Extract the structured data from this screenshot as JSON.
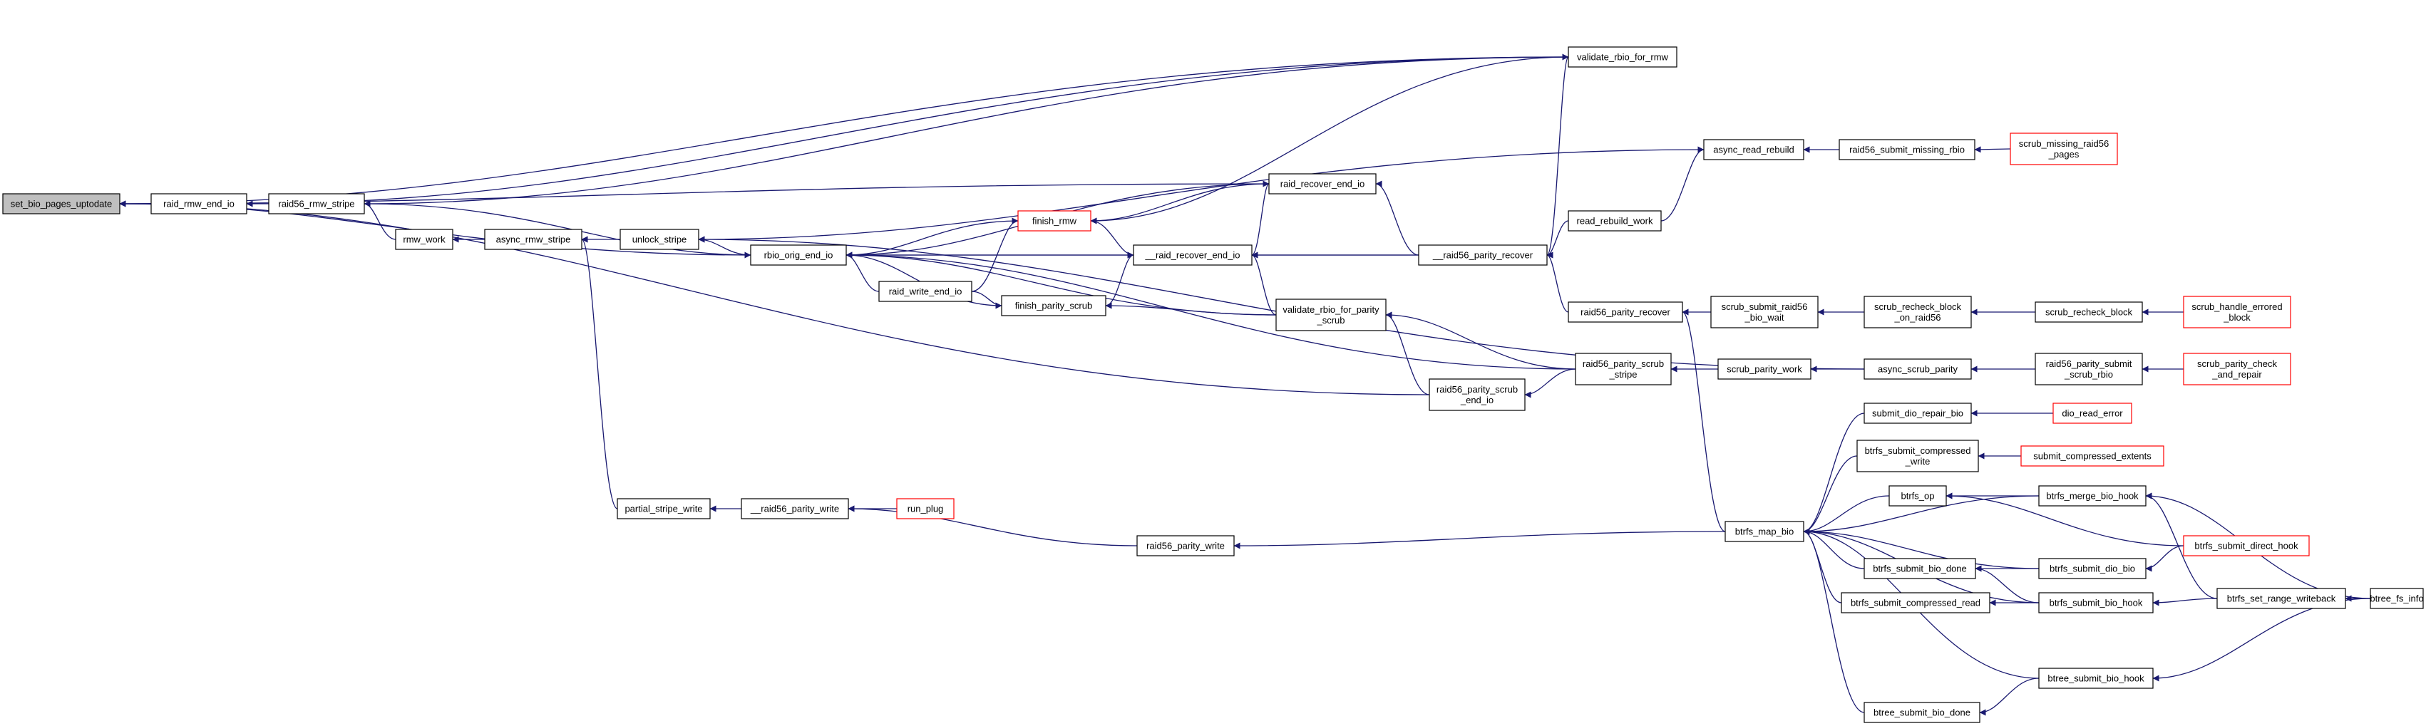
{
  "colors": {
    "edge": "#191970",
    "node_border": "#000000",
    "node_border_truncated": "#ff0000",
    "node_fill": "#ffffff",
    "root_fill": "#bfbfbf",
    "text": "#000000"
  },
  "nodes": [
    {
      "id": "set_bio_pages_uptodate",
      "lines": [
        "set_bio_pages_uptodate"
      ],
      "root": true
    },
    {
      "id": "raid_rmw_end_io",
      "lines": [
        "raid_rmw_end_io"
      ]
    },
    {
      "id": "raid56_rmw_stripe",
      "lines": [
        "raid56_rmw_stripe"
      ]
    },
    {
      "id": "rmw_work",
      "lines": [
        "rmw_work"
      ]
    },
    {
      "id": "async_rmw_stripe",
      "lines": [
        "async_rmw_stripe"
      ]
    },
    {
      "id": "unlock_stripe",
      "lines": [
        "unlock_stripe"
      ]
    },
    {
      "id": "rbio_orig_end_io",
      "lines": [
        "rbio_orig_end_io"
      ]
    },
    {
      "id": "finish_rmw",
      "lines": [
        "finish_rmw"
      ],
      "truncated": true
    },
    {
      "id": "raid_write_end_io",
      "lines": [
        "raid_write_end_io"
      ]
    },
    {
      "id": "finish_parity_scrub",
      "lines": [
        "finish_parity_scrub"
      ]
    },
    {
      "id": "raid_recover_end_io",
      "lines": [
        "raid_recover_end_io"
      ]
    },
    {
      "id": "__raid_recover_end_io",
      "lines": [
        "__raid_recover_end_io"
      ]
    },
    {
      "id": "validate_rbio_for_parity_scrub",
      "lines": [
        "validate_rbio_for_parity",
        "_scrub"
      ]
    },
    {
      "id": "raid56_parity_scrub_end_io",
      "lines": [
        "raid56_parity_scrub",
        "_end_io"
      ]
    },
    {
      "id": "validate_rbio_for_rmw",
      "lines": [
        "validate_rbio_for_rmw"
      ]
    },
    {
      "id": "async_read_rebuild",
      "lines": [
        "async_read_rebuild"
      ]
    },
    {
      "id": "raid56_submit_missing_rbio",
      "lines": [
        "raid56_submit_missing_rbio"
      ]
    },
    {
      "id": "scrub_missing_raid56_pages",
      "lines": [
        "scrub_missing_raid56",
        "_pages"
      ],
      "truncated": true
    },
    {
      "id": "__raid56_parity_recover",
      "lines": [
        "__raid56_parity_recover"
      ]
    },
    {
      "id": "read_rebuild_work",
      "lines": [
        "read_rebuild_work"
      ]
    },
    {
      "id": "raid56_parity_recover",
      "lines": [
        "raid56_parity_recover"
      ]
    },
    {
      "id": "scrub_submit_raid56_bio_wait",
      "lines": [
        "scrub_submit_raid56",
        "_bio_wait"
      ]
    },
    {
      "id": "scrub_recheck_block_on_raid56",
      "lines": [
        "scrub_recheck_block",
        "_on_raid56"
      ]
    },
    {
      "id": "scrub_recheck_block",
      "lines": [
        "scrub_recheck_block"
      ]
    },
    {
      "id": "scrub_handle_errored_block",
      "lines": [
        "scrub_handle_errored",
        "_block"
      ],
      "truncated": true
    },
    {
      "id": "raid56_parity_scrub_stripe",
      "lines": [
        "raid56_parity_scrub",
        "_stripe"
      ]
    },
    {
      "id": "scrub_parity_work",
      "lines": [
        "scrub_parity_work"
      ]
    },
    {
      "id": "async_scrub_parity",
      "lines": [
        "async_scrub_parity"
      ]
    },
    {
      "id": "raid56_parity_submit_scrub_rbio",
      "lines": [
        "raid56_parity_submit",
        "_scrub_rbio"
      ]
    },
    {
      "id": "scrub_parity_check_and_repair",
      "lines": [
        "scrub_parity_check",
        "_and_repair"
      ],
      "truncated": true
    },
    {
      "id": "submit_dio_repair_bio",
      "lines": [
        "submit_dio_repair_bio"
      ]
    },
    {
      "id": "dio_read_error",
      "lines": [
        "dio_read_error"
      ],
      "truncated": true
    },
    {
      "id": "btrfs_submit_compressed_write",
      "lines": [
        "btrfs_submit_compressed",
        "_write"
      ]
    },
    {
      "id": "submit_compressed_extents",
      "lines": [
        "submit_compressed_extents"
      ],
      "truncated": true
    },
    {
      "id": "partial_stripe_write",
      "lines": [
        "partial_stripe_write"
      ]
    },
    {
      "id": "__raid56_parity_write",
      "lines": [
        "__raid56_parity_write"
      ]
    },
    {
      "id": "run_plug",
      "lines": [
        "run_plug"
      ],
      "truncated": true
    },
    {
      "id": "raid56_parity_write",
      "lines": [
        "raid56_parity_write"
      ]
    },
    {
      "id": "btrfs_map_bio",
      "lines": [
        "btrfs_map_bio"
      ]
    },
    {
      "id": "btrfs_op",
      "lines": [
        "btrfs_op"
      ]
    },
    {
      "id": "btrfs_merge_bio_hook",
      "lines": [
        "btrfs_merge_bio_hook"
      ]
    },
    {
      "id": "btrfs_submit_direct_hook",
      "lines": [
        "btrfs_submit_direct_hook"
      ],
      "truncated": true
    },
    {
      "id": "btrfs_submit_bio_done",
      "lines": [
        "btrfs_submit_bio_done"
      ]
    },
    {
      "id": "btrfs_submit_dio_bio",
      "lines": [
        "btrfs_submit_dio_bio"
      ]
    },
    {
      "id": "btrfs_submit_compressed_read",
      "lines": [
        "btrfs_submit_compressed_read"
      ]
    },
    {
      "id": "btrfs_submit_bio_hook",
      "lines": [
        "btrfs_submit_bio_hook"
      ]
    },
    {
      "id": "btrfs_set_range_writeback",
      "lines": [
        "btrfs_set_range_writeback"
      ]
    },
    {
      "id": "btree_fs_info",
      "lines": [
        "btree_fs_info"
      ]
    },
    {
      "id": "btree_submit_bio_hook",
      "lines": [
        "btree_submit_bio_hook"
      ]
    },
    {
      "id": "btree_submit_bio_done",
      "lines": [
        "btree_submit_bio_done"
      ]
    }
  ],
  "edges": [
    [
      "raid_rmw_end_io",
      "set_bio_pages_uptodate"
    ],
    [
      "rbio_orig_end_io",
      "set_bio_pages_uptodate"
    ],
    [
      "raid_recover_end_io",
      "set_bio_pages_uptodate"
    ],
    [
      "validate_rbio_for_rmw",
      "set_bio_pages_uptodate"
    ],
    [
      "raid56_parity_scrub_end_io",
      "set_bio_pages_uptodate"
    ],
    [
      "raid56_rmw_stripe",
      "raid_rmw_end_io"
    ],
    [
      "validate_rbio_for_rmw",
      "raid_rmw_end_io"
    ],
    [
      "rmw_work",
      "raid56_rmw_stripe"
    ],
    [
      "validate_rbio_for_rmw",
      "raid56_rmw_stripe"
    ],
    [
      "async_rmw_stripe",
      "rmw_work"
    ],
    [
      "unlock_stripe",
      "async_rmw_stripe"
    ],
    [
      "partial_stripe_write",
      "async_rmw_stripe"
    ],
    [
      "rbio_orig_end_io",
      "unlock_stripe"
    ],
    [
      "raid56_rmw_stripe",
      "rbio_orig_end_io"
    ],
    [
      "finish_rmw",
      "rbio_orig_end_io"
    ],
    [
      "raid_write_end_io",
      "rbio_orig_end_io"
    ],
    [
      "finish_parity_scrub",
      "rbio_orig_end_io"
    ],
    [
      "__raid_recover_end_io",
      "rbio_orig_end_io"
    ],
    [
      "raid_recover_end_io",
      "rbio_orig_end_io"
    ],
    [
      "validate_rbio_for_parity_scrub",
      "rbio_orig_end_io"
    ],
    [
      "raid56_parity_scrub_stripe",
      "rbio_orig_end_io"
    ],
    [
      "__raid56_parity_recover",
      "rbio_orig_end_io"
    ],
    [
      "raid_write_end_io",
      "finish_rmw"
    ],
    [
      "raid_write_end_io",
      "finish_parity_scrub"
    ],
    [
      "finish_parity_scrub",
      "__raid_recover_end_io"
    ],
    [
      "finish_rmw",
      "__raid_recover_end_io"
    ],
    [
      "validate_rbio_for_rmw",
      "finish_rmw"
    ],
    [
      "raid_recover_end_io",
      "finish_rmw"
    ],
    [
      "validate_rbio_for_parity_scrub",
      "finish_parity_scrub"
    ],
    [
      "__raid_recover_end_io",
      "raid_recover_end_io"
    ],
    [
      "__raid56_parity_recover",
      "raid_recover_end_io"
    ],
    [
      "__raid56_parity_recover",
      "__raid_recover_end_io"
    ],
    [
      "validate_rbio_for_parity_scrub",
      "__raid_recover_end_io"
    ],
    [
      "raid56_parity_scrub_end_io",
      "validate_rbio_for_parity_scrub"
    ],
    [
      "raid56_parity_scrub_stripe",
      "validate_rbio_for_parity_scrub"
    ],
    [
      "raid56_parity_scrub_stripe",
      "raid56_parity_scrub_end_io"
    ],
    [
      "__raid56_parity_recover",
      "validate_rbio_for_rmw"
    ],
    [
      "async_read_rebuild",
      "unlock_stripe"
    ],
    [
      "async_scrub_parity",
      "unlock_stripe"
    ],
    [
      "raid56_submit_missing_rbio",
      "async_read_rebuild"
    ],
    [
      "read_rebuild_work",
      "async_read_rebuild"
    ],
    [
      "scrub_missing_raid56_pages",
      "raid56_submit_missing_rbio"
    ],
    [
      "read_rebuild_work",
      "__raid56_parity_recover"
    ],
    [
      "raid56_parity_recover",
      "__raid56_parity_recover"
    ],
    [
      "scrub_submit_raid56_bio_wait",
      "raid56_parity_recover"
    ],
    [
      "scrub_recheck_block_on_raid56",
      "scrub_submit_raid56_bio_wait"
    ],
    [
      "scrub_recheck_block",
      "scrub_recheck_block_on_raid56"
    ],
    [
      "scrub_handle_errored_block",
      "scrub_recheck_block"
    ],
    [
      "scrub_parity_work",
      "raid56_parity_scrub_stripe"
    ],
    [
      "async_scrub_parity",
      "scrub_parity_work"
    ],
    [
      "raid56_parity_submit_scrub_rbio",
      "async_scrub_parity"
    ],
    [
      "scrub_parity_check_and_repair",
      "raid56_parity_submit_scrub_rbio"
    ],
    [
      "__raid56_parity_write",
      "partial_stripe_write"
    ],
    [
      "run_plug",
      "__raid56_parity_write"
    ],
    [
      "raid56_parity_write",
      "__raid56_parity_write"
    ],
    [
      "btrfs_map_bio",
      "raid56_parity_write"
    ],
    [
      "btrfs_map_bio",
      "raid56_parity_recover"
    ],
    [
      "submit_dio_repair_bio",
      "btrfs_map_bio"
    ],
    [
      "btrfs_submit_compressed_write",
      "btrfs_map_bio"
    ],
    [
      "btrfs_op",
      "btrfs_map_bio"
    ],
    [
      "btrfs_merge_bio_hook",
      "btrfs_map_bio"
    ],
    [
      "btrfs_submit_bio_done",
      "btrfs_map_bio"
    ],
    [
      "btrfs_submit_dio_bio",
      "btrfs_map_bio"
    ],
    [
      "btrfs_submit_compressed_read",
      "btrfs_map_bio"
    ],
    [
      "btrfs_submit_bio_hook",
      "btrfs_map_bio"
    ],
    [
      "btree_submit_bio_hook",
      "btrfs_map_bio"
    ],
    [
      "btree_submit_bio_done",
      "btrfs_map_bio"
    ],
    [
      "dio_read_error",
      "submit_dio_repair_bio"
    ],
    [
      "submit_compressed_extents",
      "btrfs_submit_compressed_write"
    ],
    [
      "btrfs_merge_bio_hook",
      "btrfs_op"
    ],
    [
      "btrfs_submit_direct_hook",
      "btrfs_op"
    ],
    [
      "btrfs_set_range_writeback",
      "btrfs_merge_bio_hook"
    ],
    [
      "btree_fs_info",
      "btrfs_merge_bio_hook"
    ],
    [
      "btrfs_submit_direct_hook",
      "btrfs_submit_dio_bio"
    ],
    [
      "btrfs_submit_bio_hook",
      "btrfs_submit_bio_done"
    ],
    [
      "btrfs_submit_dio_bio",
      "btrfs_submit_bio_done"
    ],
    [
      "btrfs_submit_bio_hook",
      "btrfs_submit_compressed_read"
    ],
    [
      "btrfs_set_range_writeback",
      "btrfs_submit_bio_hook"
    ],
    [
      "btree_fs_info",
      "btrfs_set_range_writeback"
    ],
    [
      "btree_fs_info",
      "btree_submit_bio_hook"
    ],
    [
      "btree_submit_bio_hook",
      "btree_submit_bio_done"
    ]
  ]
}
